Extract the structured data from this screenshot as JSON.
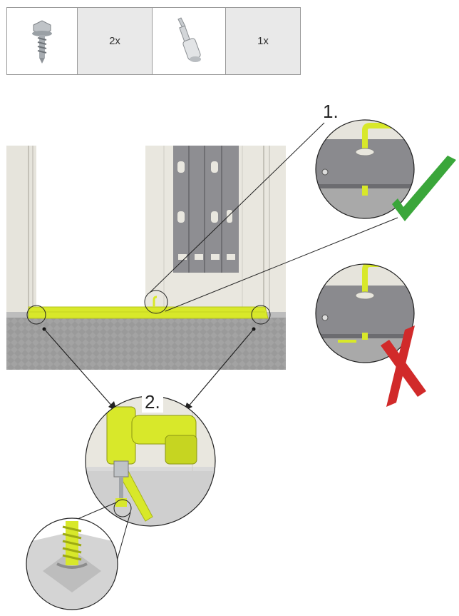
{
  "parts": [
    {
      "icon": "screw-icon",
      "quantity": ""
    },
    {
      "icon": "",
      "quantity": "2x"
    },
    {
      "icon": "bit-icon",
      "quantity": ""
    },
    {
      "icon": "",
      "quantity": "1x"
    }
  ],
  "steps": {
    "step1": "1.",
    "step2": "2."
  },
  "colors": {
    "accent": "#d8e82a",
    "check": "#3aa63a",
    "cross": "#d12a2a",
    "wall": "#e6e4dc",
    "panel": "#8e8e92",
    "floor": "#9a9a9a"
  }
}
